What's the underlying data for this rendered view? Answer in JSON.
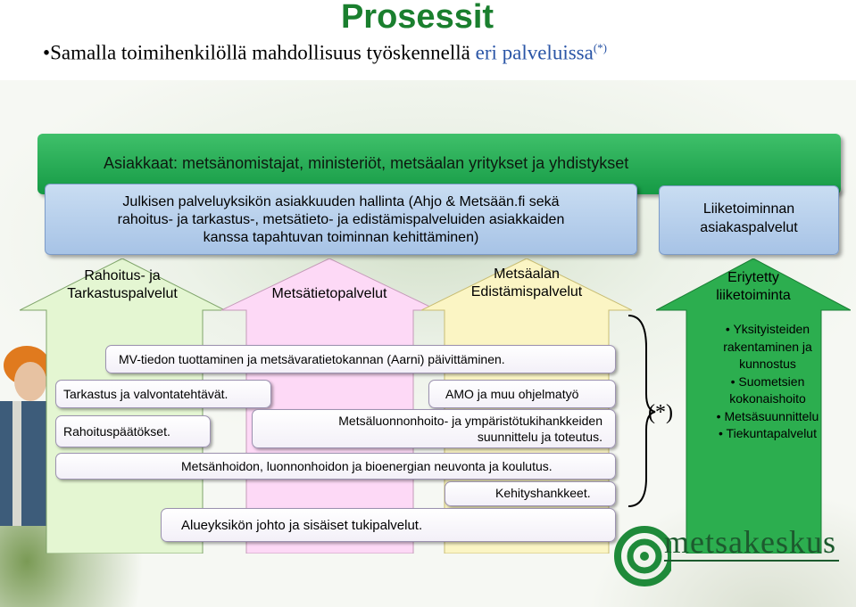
{
  "title": "Prosessit",
  "subtitle": {
    "bullet": "•",
    "text_main": "Samalla toimihenkilöllä mahdollisuus työskennellä",
    "text_highlight": "eri palveluissa",
    "sup": "(*)"
  },
  "customers_band": "Asiakkaat: metsänomistajat, ministeriöt, metsäalan yritykset ja yhdistykset",
  "public_unit": {
    "line1": "Julkisen palveluyksikön asiakkuuden hallinta (Ahjo & Metsään.fi sekä",
    "line2": "rahoitus- ja tarkastus-, metsätieto- ja edistämispalveluiden asiakkaiden",
    "line3": "kanssa tapahtuvan toiminnan kehittäminen)"
  },
  "business_unit": {
    "line1": "Liiketoiminnan",
    "line2": "asiakaspalvelut"
  },
  "columns": [
    {
      "line1": "Rahoitus- ja",
      "line2": "Tarkastuspalvelut",
      "color": "#e4f6d2"
    },
    {
      "line1": "",
      "line2": "Metsätietopalvelut",
      "color": "#fdd9f6"
    },
    {
      "line1": "Metsäalan",
      "line2": "Edistämispalvelut",
      "color": "#fbf5c4"
    },
    {
      "line1": "Eriytetty",
      "line2": "liiketoiminta",
      "color": "#2cae4f"
    }
  ],
  "tasks": {
    "mv": "MV-tiedon tuottaminen ja metsävaratietokannan (Aarni) päivittäminen.",
    "tarkastus": "Tarkastus ja valvontatehtävät.",
    "amo": "AMO ja muu ohjelmatyö",
    "rahoitus": "Rahoituspäätökset.",
    "luonnonhoito_1": "Metsäluonnonhoito- ja ympäristötukihankkeiden",
    "luonnonhoito_2": "suunnittelu ja toteutus.",
    "neuvonta": "Metsänhoidon, luonnonhoidon ja bioenergian neuvonta ja koulutus.",
    "kehitys": "Kehityshankkeet.",
    "johto": "Alueyksikön johto ja sisäiset tukipalvelut."
  },
  "star_note": "(*)",
  "business_list": [
    "Yksityisteiden",
    "rakentaminen ja",
    "kunnostus",
    "Suometsien",
    "kokonaishoito",
    "Metsäsuunnittelu",
    "Tiekuntapalvelut"
  ],
  "business_list_bullets": [
    true,
    false,
    false,
    true,
    false,
    true,
    true
  ],
  "logo_text": "metsakeskus",
  "colors": {
    "title": "#1a7f2e",
    "highlight": "#2a55a6",
    "green_band": "#22a84f",
    "blue_box": "#b8d0ee"
  }
}
